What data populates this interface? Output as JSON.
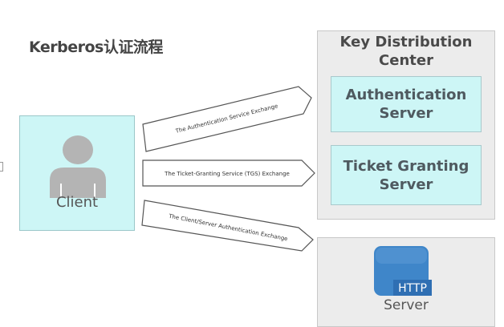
{
  "title": "Kerberos认证流程",
  "client": {
    "label": "Client",
    "icon": "user-icon"
  },
  "kdc": {
    "title": "Key Distribution\nCenter",
    "authentication_server": "Authentication\nServer",
    "ticket_granting_server": "Ticket Granting\nServer"
  },
  "server": {
    "label": "Server",
    "icon_label": "HTTP",
    "icon": "http-server-icon"
  },
  "exchanges": [
    {
      "label": "The Authentication Service Exchange"
    },
    {
      "label": "The Ticket-Granting Service (TGS) Exchange"
    },
    {
      "label": "The Client/Server Authentication Exchange"
    }
  ],
  "colors": {
    "client_fill": "#cdf6f6",
    "kdc_fill": "#ececec",
    "server_icon": "#3f86c9"
  }
}
